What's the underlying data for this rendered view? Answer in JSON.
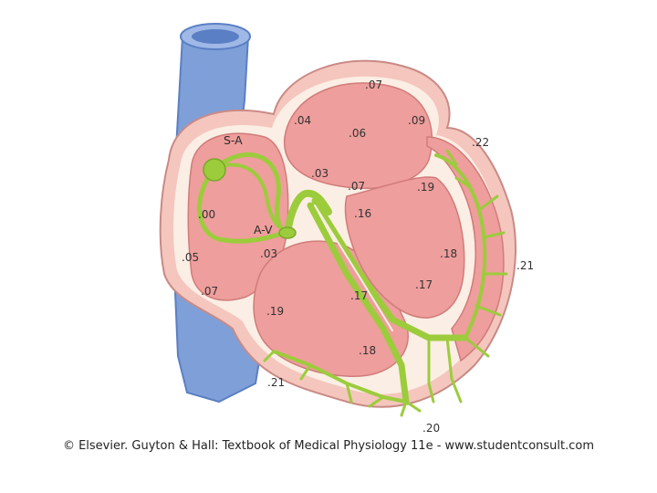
{
  "colors": {
    "vein_blue": "#7f9fd8",
    "vein_blue_dark": "#5b7fc4",
    "tissue_outer": "#f4c6be",
    "tissue_chamber": "#ee9e9c",
    "conduction_green": "#9ccc3c",
    "lining": "#fbeee4"
  },
  "nodes": {
    "sa": "S-A",
    "av": "A-V"
  },
  "times": {
    "t_top": ".07",
    "t_04": ".04",
    "t_09": ".09",
    "t_06": ".06",
    "t_22": ".22",
    "t_03a": ".03",
    "t_07c": ".07",
    "t_19r": ".19",
    "t_00": ".00",
    "t_16": ".16",
    "t_03b": ".03",
    "t_05": ".05",
    "t_18r": ".18",
    "t_21r": ".21",
    "t_17r": ".17",
    "t_07l": ".07",
    "t_17c": ".17",
    "t_19l": ".19",
    "t_18b": ".18",
    "t_21b": ".21",
    "t_20": ".20"
  },
  "caption": "© Elsevier. Guyton & Hall: Textbook of Medical Physiology 11e - www.studentconsult.com"
}
